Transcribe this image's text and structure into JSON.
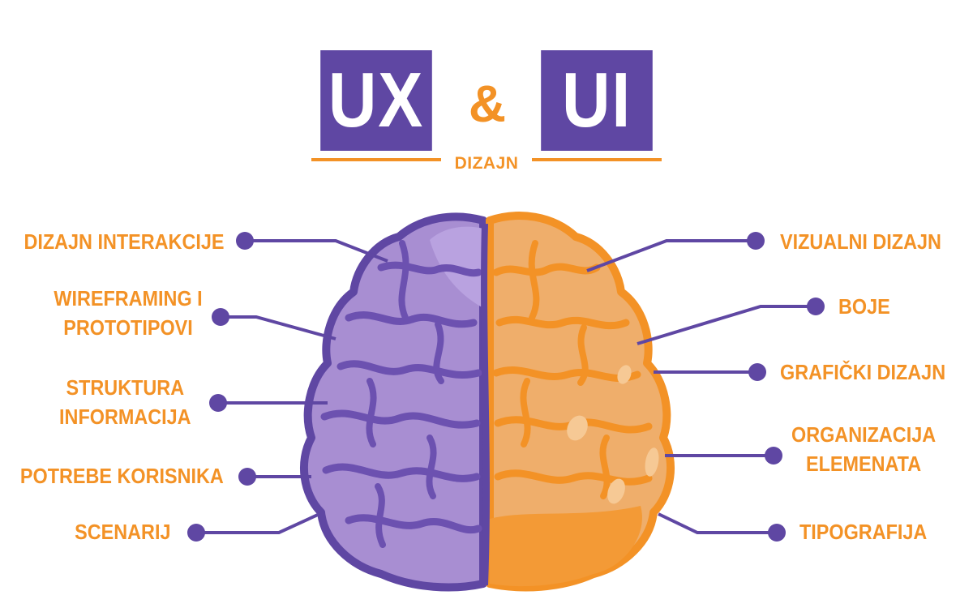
{
  "header": {
    "left_word": "UX",
    "connector": "&",
    "right_word": "UI",
    "subtitle": "DIZAJN"
  },
  "left_topics": [
    {
      "lines": [
        "DIZAJN INTERAKCIJE"
      ]
    },
    {
      "lines": [
        "WIREFRAMING I",
        "PROTOTIPOVI"
      ]
    },
    {
      "lines": [
        "STRUKTURA",
        "INFORMACIJA"
      ]
    },
    {
      "lines": [
        "POTREBE KORISNIKA"
      ]
    },
    {
      "lines": [
        "SCENARIJ"
      ]
    }
  ],
  "right_topics": [
    {
      "lines": [
        "VIZUALNI DIZAJN"
      ]
    },
    {
      "lines": [
        "BOJE"
      ]
    },
    {
      "lines": [
        "GRAFIČKI DIZAJN"
      ]
    },
    {
      "lines": [
        "ORGANIZACIJA",
        "ELEMENATA"
      ]
    },
    {
      "lines": [
        "TIPOGRAFIJA"
      ]
    }
  ],
  "colors": {
    "purple": "#5f47a3",
    "purple_light": "#a88ed2",
    "orange": "#f39226",
    "orange_light": "#efae6b"
  },
  "icons": {
    "brain": "brain-illustration",
    "connector_dot": "connector-dot-icon"
  }
}
